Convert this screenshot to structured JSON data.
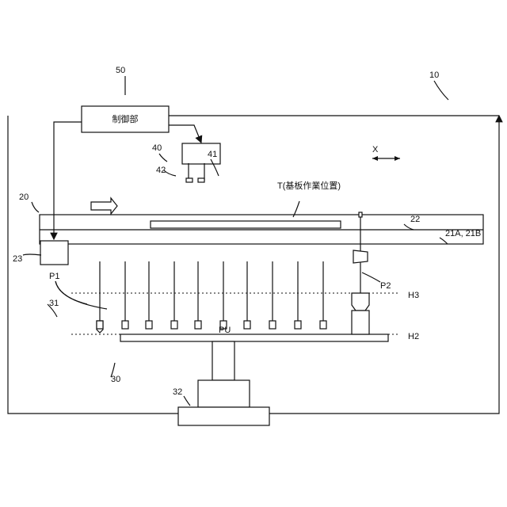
{
  "labels": {
    "ref_10": "10",
    "ref_20": "20",
    "ref_21": "21A, 21B",
    "ref_22": "22",
    "ref_23": "23",
    "ref_30": "30",
    "ref_31": "31",
    "ref_32": "32",
    "ref_40": "40",
    "ref_41": "41",
    "ref_42": "42",
    "ref_50": "50",
    "p1": "P1",
    "p2": "P2",
    "pu": "PU",
    "h2": "H2",
    "h3": "H3",
    "x": "X",
    "controller": "制御部",
    "workpos": "T(基板作業位置)"
  },
  "colors": {
    "line": "#111111",
    "background": "#ffffff"
  }
}
